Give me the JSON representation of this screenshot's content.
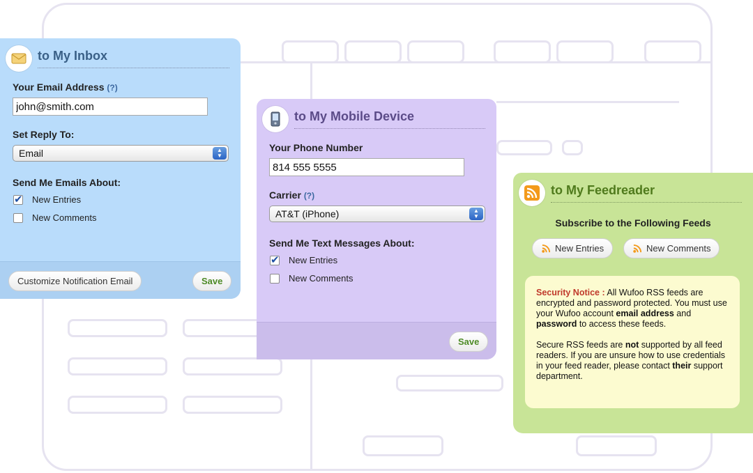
{
  "inbox": {
    "title": "to My Inbox",
    "email_label": "Your Email Address",
    "help": "(?)",
    "email_value": "john@smith.com",
    "reply_label": "Set Reply To:",
    "reply_value": "Email",
    "about_label": "Send Me Emails About:",
    "options": [
      {
        "label": "New Entries",
        "checked": true
      },
      {
        "label": "New Comments",
        "checked": false
      }
    ],
    "customize_label": "Customize Notification Email",
    "save_label": "Save"
  },
  "mobile": {
    "title": "to My Mobile Device",
    "phone_label": "Your Phone Number",
    "phone_value": "814 555 5555",
    "carrier_label": "Carrier",
    "help": "(?)",
    "carrier_value": "AT&T (iPhone)",
    "about_label": "Send Me Text Messages About:",
    "options": [
      {
        "label": "New Entries",
        "checked": true
      },
      {
        "label": "New Comments",
        "checked": false
      }
    ],
    "save_label": "Save"
  },
  "feed": {
    "title": "to My Feedreader",
    "subtitle": "Subscribe to the Following Feeds",
    "entries_label": "New Entries",
    "comments_label": "New Comments",
    "notice": {
      "title": "Security Notice :",
      "p1_a": " All Wufoo RSS feeds are encrypted and password protected. You must use your Wufoo account ",
      "p1_b": "email address",
      "p1_c": " and ",
      "p1_d": "password",
      "p1_e": " to access these feeds.",
      "p2_a": "Secure RSS feeds are ",
      "p2_b": "not",
      "p2_c": " supported by all feed readers. If you are unsure how to use credentials in your feed reader, please contact ",
      "p2_d": "their",
      "p2_e": " support department."
    }
  },
  "colors": {
    "inbox_bg": "#b9dcfb",
    "mobile_bg": "#d8caf7",
    "feed_bg": "#c8e497",
    "rss_orange": "#f39a1b",
    "notice_red": "#c0392b",
    "save_green": "#4d8a26"
  }
}
